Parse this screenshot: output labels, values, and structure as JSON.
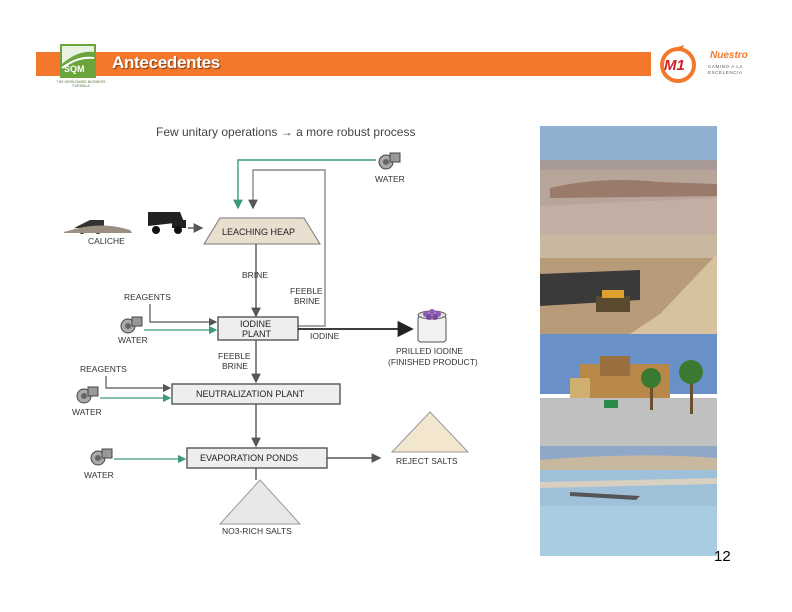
{
  "header": {
    "title": "Antecedentes",
    "left_logo": {
      "text": "SQM",
      "tagline": "THE WORLDWIDE BUSINESS FORMULA"
    },
    "right_logo": {
      "badge": "M1",
      "word": "Nuestro",
      "tagline": "CAMINO A LA EXCELENCIA"
    },
    "bar_color": "#f4782c"
  },
  "subtitle": "Few unitary operations → a more robust process",
  "diagram": {
    "labels": {
      "water_top": "WATER",
      "caliche": "CALICHE",
      "leaching_heap": "LEACHING HEAP",
      "brine": "BRINE",
      "feeble_brine_1a": "FEEBLE",
      "feeble_brine_1b": "BRINE",
      "reagents_1": "REAGENTS",
      "water_1": "WATER",
      "iodine_plant_a": "IODINE",
      "iodine_plant_b": "PLANT",
      "iodine": "IODINE",
      "prilled_iodine": "PRILLED IODINE",
      "finished_product": "(FINISHED PRODUCT)",
      "feeble_brine_2a": "FEEBLE",
      "feeble_brine_2b": "BRINE",
      "reagents_2": "REAGENTS",
      "water_2": "WATER",
      "neutralization_plant": "NEUTRALIZATION PLANT",
      "water_3": "WATER",
      "evaporation_ponds": "EVAPORATION PONDS",
      "reject_salts": "REJECT SALTS",
      "no3_rich_salts": "NO3-RICH SALTS"
    },
    "colors": {
      "flow_arrow": "#555555",
      "water_arrow": "#3a9a7a",
      "box_fill": "#eeeeee",
      "purple": "#8e5bb5"
    }
  },
  "photos": [
    "photo-mine-landscape",
    "photo-heap-truck",
    "photo-plant-palms",
    "photo-evaporation-ponds"
  ],
  "page_number": "12"
}
